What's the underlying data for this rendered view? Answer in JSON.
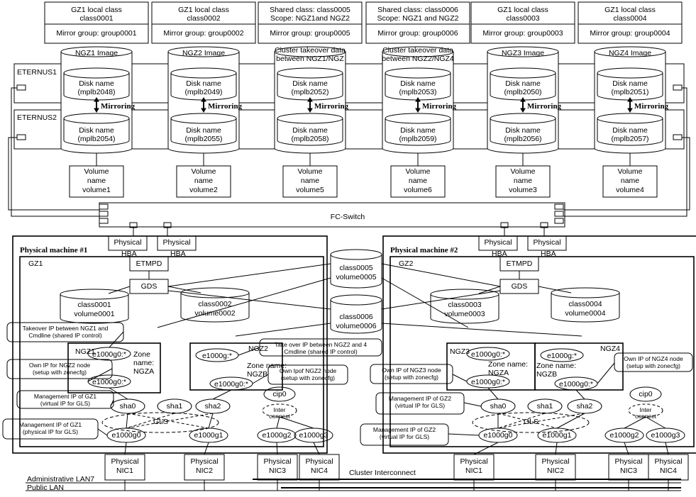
{
  "top_boxes": [
    {
      "class_lines": [
        "GZ1 local class",
        "class0001"
      ],
      "mirror": "Mirror group: group0001"
    },
    {
      "class_lines": [
        "GZ1 local class",
        "class0002"
      ],
      "mirror": "Mirror group: group0002"
    },
    {
      "class_lines": [
        "Shared class: class0005",
        "Scope: NGZ1and NGZ2"
      ],
      "mirror": "Mirror group: group0005"
    },
    {
      "class_lines": [
        "Shared class: class0006",
        "Scope: NGZ1 and NGZ2"
      ],
      "mirror": "Mirror group: group0006"
    },
    {
      "class_lines": [
        "GZ1 local class",
        "class0003"
      ],
      "mirror": "Mirror group: group0003"
    },
    {
      "class_lines": [
        "GZ1 local class",
        "class0004"
      ],
      "mirror": "Mirror group: group0004"
    }
  ],
  "images": [
    {
      "label": [
        "NGZ1 Image"
      ]
    },
    {
      "label": [
        "NGZ2 Image"
      ]
    },
    {
      "label": [
        "Cluster takeover data",
        "between NGZ1/NGZ"
      ]
    },
    {
      "label": [
        "Cluster takeover data",
        "between NGZ2/NGZ4"
      ]
    },
    {
      "label": [
        "NGZ3 Image"
      ]
    },
    {
      "label": [
        "NGZ4 Image"
      ]
    }
  ],
  "storage": {
    "eternus1": "ETERNUS1",
    "eternus2": "ETERNUS2",
    "mirroring": "Mirroring"
  },
  "disks1": [
    {
      "name": "Disk name",
      "id": "(mplb2048)"
    },
    {
      "name": "Disk name",
      "id": "(mplb2049)"
    },
    {
      "name": "Disk name",
      "id": "(mplb2052)"
    },
    {
      "name": "Disk name",
      "id": "(mplb2053)"
    },
    {
      "name": "Disk name",
      "id": "(mplb2050)"
    },
    {
      "name": "Disk name",
      "id": "(mplb2051)"
    }
  ],
  "disks2": [
    {
      "name": "Disk name",
      "id": "(mplb2054)"
    },
    {
      "name": "Disk name",
      "id": "(mplb2055)"
    },
    {
      "name": "Disk name",
      "id": "(mplb2058)"
    },
    {
      "name": "Disk name",
      "id": "(mplb2059)"
    },
    {
      "name": "Disk name",
      "id": "(mplb2056)"
    },
    {
      "name": "Disk name",
      "id": "(mplb2057)"
    }
  ],
  "volumes": [
    {
      "lines": [
        "Volume",
        "name",
        "volume1"
      ]
    },
    {
      "lines": [
        "Volume",
        "name",
        "volume2"
      ]
    },
    {
      "lines": [
        "Volume",
        "name",
        "volume5"
      ]
    },
    {
      "lines": [
        "Volume",
        "name",
        "volume6"
      ]
    },
    {
      "lines": [
        "Volume",
        "name",
        "volume3"
      ]
    },
    {
      "lines": [
        "Volume",
        "name",
        "volume4"
      ]
    }
  ],
  "fc_switch": "FC-Switch",
  "shared_cyl": [
    {
      "lines": [
        "class0005",
        "volume0005"
      ]
    },
    {
      "lines": [
        "class0006",
        "volume0006"
      ]
    }
  ],
  "pm1": {
    "title": "Physical machine #1",
    "hba": [
      "Physical",
      "HBA"
    ],
    "etmpd": "ETMPD",
    "gz": "GZ1",
    "gds": "GDS",
    "cyls": [
      {
        "lines": [
          "class0001",
          "volume0001"
        ]
      },
      {
        "lines": [
          "class0002",
          "volume0002"
        ]
      }
    ],
    "zone_a": {
      "ngz": "NGZ1",
      "nic_a": "e1000g0:*",
      "nic_b": "e1000g0:*",
      "zone": [
        "Zone",
        "name:",
        "NGZA"
      ]
    },
    "zone_b": {
      "ngz": "NGZ2",
      "nic_a": "e1000g:*",
      "nic_b": "e1000g0:*",
      "zone": [
        "Zone name:",
        "NGZB"
      ]
    },
    "sha": [
      "sha0",
      "sha1",
      "sha2"
    ],
    "cip": "cip0",
    "interconnect": [
      "Inter",
      "connect"
    ],
    "gls": "GLS",
    "nics": [
      "e1000g0",
      "e1000g1",
      "e1000g2",
      "e1000g3"
    ],
    "phys": [
      [
        "Physical",
        "NIC1"
      ],
      [
        "Physical",
        "NIC2"
      ],
      [
        "Physical",
        "NIC3"
      ],
      [
        "Physical",
        "NIC4"
      ]
    ],
    "callouts": [
      [
        "Takeover IP between NGZ1 and",
        "Cmdline (shared IP control)"
      ],
      [
        "Own IP for NGZ2 node",
        "(setup with zonecfg)"
      ],
      [
        "Management IP of GZ1",
        "(virtual IP for GLS)"
      ],
      [
        "Management IP of GZ1",
        "(physical IP for GLS)"
      ],
      [
        "Take over IP between NGZ2 and 4",
        "Cmdline (shared IP control)"
      ],
      [
        "Own Ipof NGZ2 node",
        "(setup with zonecfg)"
      ]
    ]
  },
  "pm2": {
    "title": "Physical machine #2",
    "hba": [
      "Physical",
      "HBA"
    ],
    "etmpd": "ETMPD",
    "gz": "GZ2",
    "gds": "GDS",
    "cyls": [
      {
        "lines": [
          "class0003",
          "volume0003"
        ]
      },
      {
        "lines": [
          "class0004",
          "volume0004"
        ]
      }
    ],
    "zone_a": {
      "ngz": "NGZ3",
      "nic_a": "e1000g0:*",
      "nic_b": "e1000g0:*",
      "zone": [
        "Zone name:",
        "NGZA"
      ]
    },
    "zone_b": {
      "ngz": "NGZ4",
      "nic_a": "e1000g:*",
      "nic_b": "e1000g0:*",
      "zone": [
        "Zone name:",
        "NGZB"
      ]
    },
    "sha": [
      "sha0",
      "sha1",
      "sha2"
    ],
    "cip": "cip0",
    "interconnect": [
      "Inter",
      "connect"
    ],
    "gls": "GLS",
    "nics": [
      "e1000g0",
      "e1000g1",
      "e1000g2",
      "e1000g3"
    ],
    "phys": [
      [
        "Physical",
        "NIC1"
      ],
      [
        "Physical",
        "NIC2"
      ],
      [
        "Physical",
        "NIC3"
      ],
      [
        "Physical",
        "NIC4"
      ]
    ],
    "callouts": [
      [
        "Own IP of NGZ3 node",
        "(setup with zonecfg)"
      ],
      [
        "Management IP of GZ2",
        "(virtual IP for GLS)"
      ],
      [
        "Management IP of GZ2",
        "(virtual IP for GLS)"
      ],
      [
        "Own IP of NGZ4 node",
        "(setup with zonecfg)"
      ]
    ]
  },
  "networks": {
    "admin": "Administrative LAN7",
    "public": "Public LAN",
    "cluster": "Cluster Interconnect"
  }
}
